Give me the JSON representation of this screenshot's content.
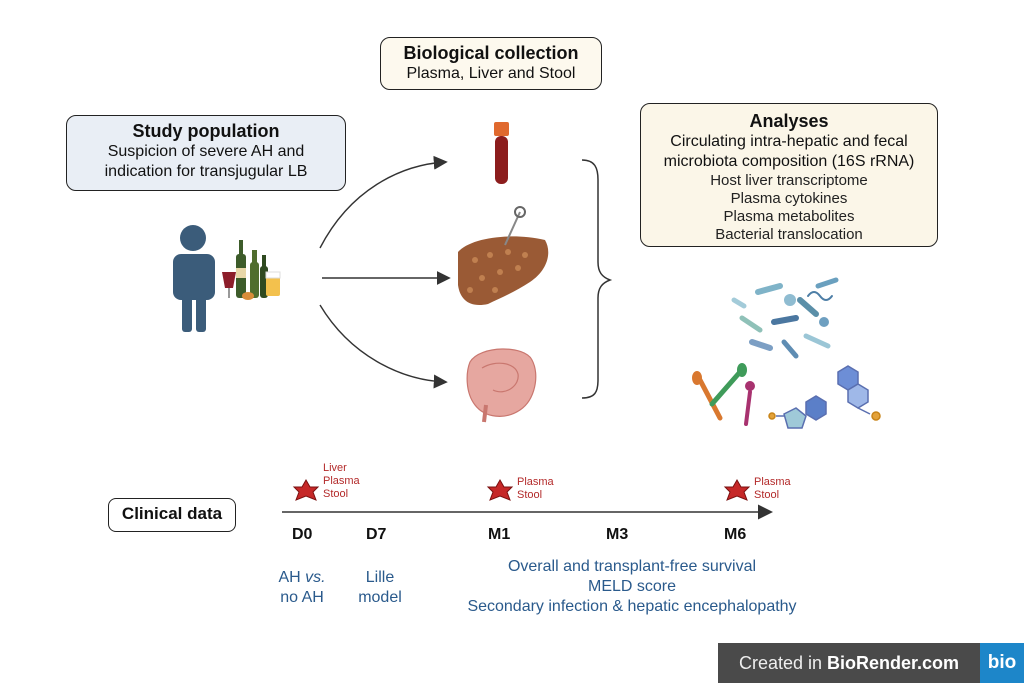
{
  "study": {
    "title": "Study population",
    "line1": "Suspicion of severe AH and",
    "line2": "indication for transjugular LB"
  },
  "collection": {
    "title": "Biological collection",
    "subtitle": "Plasma, Liver and Stool"
  },
  "analyses": {
    "title": "Analyses",
    "line1": "Circulating intra-hepatic and fecal",
    "line2": "microbiota composition (16S rRNA)",
    "items": [
      "Host liver transcriptome",
      "Plasma cytokines",
      "Plasma metabolites",
      "Bacterial translocation"
    ]
  },
  "clinical": {
    "label": "Clinical data",
    "timepoints": [
      "D0",
      "D7",
      "M1",
      "M3",
      "M6"
    ],
    "samples": {
      "d0": [
        "Liver",
        "Plasma",
        "Stool"
      ],
      "m1": [
        "Plasma",
        "Stool"
      ],
      "m6": [
        "Plasma",
        "Stool"
      ]
    },
    "d0_note": {
      "pre": "AH ",
      "em": "vs.",
      "post": "no AH"
    },
    "d7_note": [
      "Lille",
      "model"
    ],
    "outcomes": [
      "Overall and transplant-free survival",
      "MELD score",
      "Secondary infection & hepatic encephalopathy"
    ]
  },
  "footer": {
    "prefix": "Created in ",
    "brand": "BioRender.com",
    "logo": "bio"
  },
  "colors": {
    "person": "#3b5c7a",
    "star": "#c62828",
    "blue_text": "#2a5a8c"
  }
}
